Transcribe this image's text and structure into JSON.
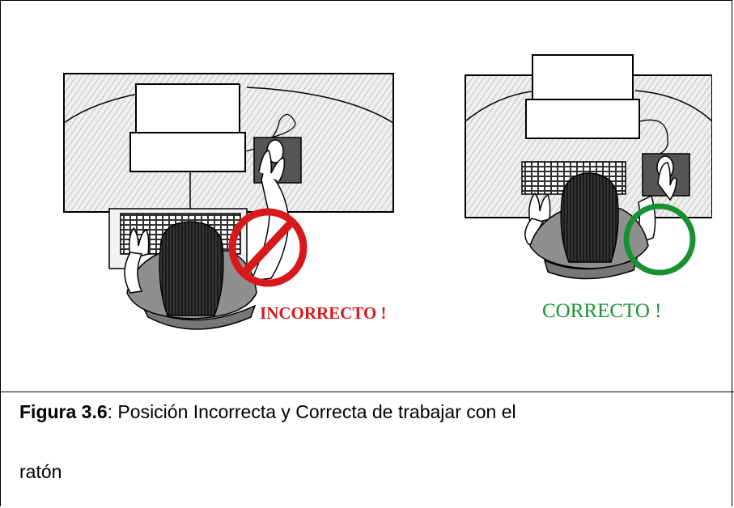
{
  "figure": {
    "label_incorrect": "INCORRECTO !",
    "label_correct": "CORRECTO !",
    "colors": {
      "incorrect": "#d8191c",
      "correct": "#1a9131",
      "desk_fill": "#e6e6e6",
      "line": "#000000"
    }
  },
  "caption": {
    "bold": "Figura 3.6",
    "text_line1": ": Posición  Incorrecta y Correcta de trabajar con el",
    "text_line2": "ratón"
  }
}
